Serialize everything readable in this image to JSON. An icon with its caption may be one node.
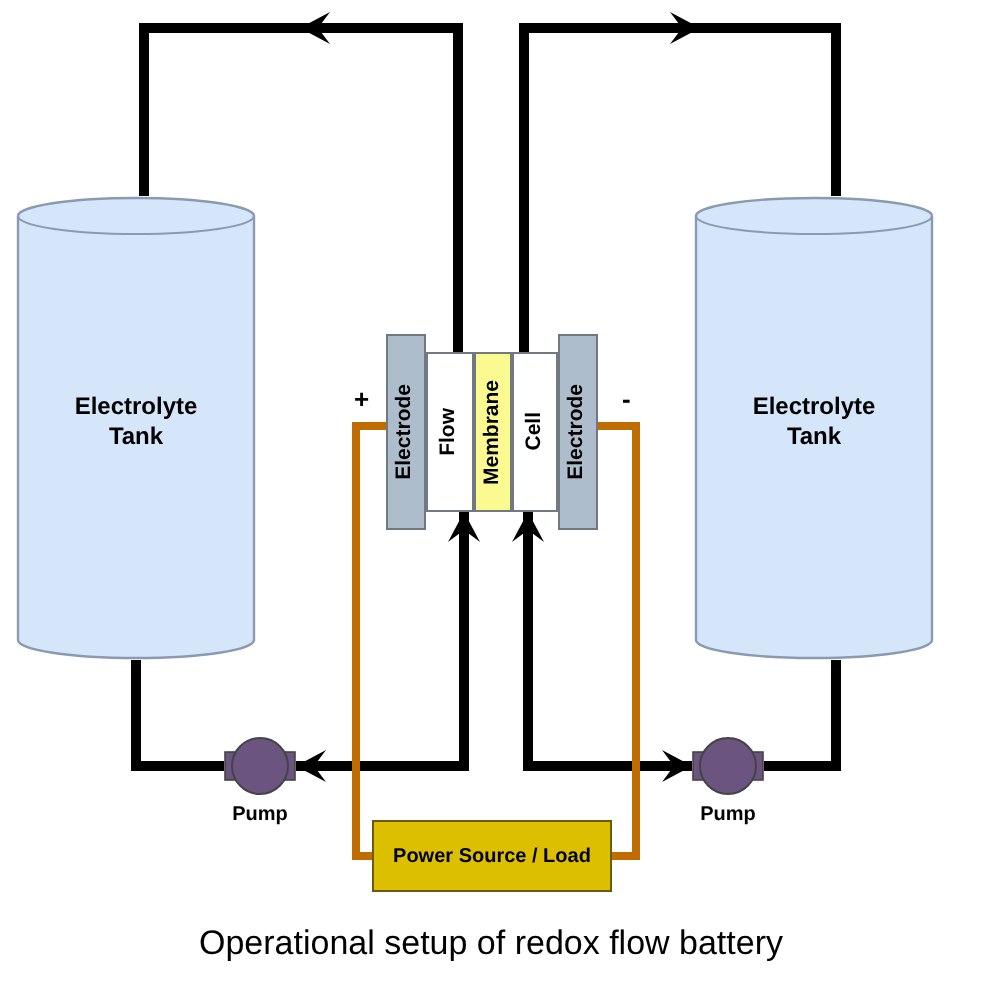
{
  "diagram": {
    "caption": "Operational setup of redox flow battery",
    "nodes": [
      {
        "text": [
          "Electrolyte Tank"
        ]
      },
      {
        "text": [
          "Electrolyte Tank"
        ]
      },
      {
        "text": [
          "Electrode"
        ]
      },
      {
        "text": [
          "Flow"
        ]
      },
      {
        "text": [
          "Membrane"
        ]
      },
      {
        "text": [
          "Cell"
        ]
      },
      {
        "text": [
          "Electrode"
        ]
      },
      {
        "text": [],
        "shape": "pump",
        "beside": [
          "Pump"
        ]
      },
      {
        "text": [],
        "shape": "pump",
        "beside": [
          "Pump"
        ]
      },
      {
        "text": [
          "Power Source / Load"
        ]
      }
    ],
    "edges": [
      {
        "from": 3,
        "to": 0,
        "arrow": "to"
      },
      {
        "from": 5,
        "to": 1,
        "arrow": "to"
      },
      {
        "from": 0,
        "to": 7,
        "arrow": "none"
      },
      {
        "from": 7,
        "to": 3,
        "arrow": "both"
      },
      {
        "from": 8,
        "to": 5,
        "arrow": "both"
      },
      {
        "from": 8,
        "to": 1,
        "arrow": "none"
      },
      {
        "from": 2,
        "to": 9,
        "arrow": "none",
        "color": "#c06c00"
      },
      {
        "from": 6,
        "to": 9,
        "arrow": "none",
        "color": "#c06c00"
      }
    ],
    "labels": [
      "+",
      "-"
    ]
  }
}
